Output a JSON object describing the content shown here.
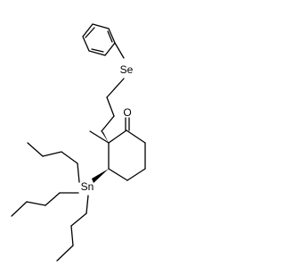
{
  "molecule": {
    "atom_labels": {
      "selenium": "Se",
      "oxygen": "O",
      "tin": "Sn"
    },
    "substituents": {
      "aryl_group": "phenyl",
      "tin_ligands": [
        "n-butyl",
        "n-butyl",
        "n-butyl"
      ],
      "ring": "cyclohexanone",
      "quaternary_methyl": "methyl"
    },
    "stereo_bonds": [
      "wedge",
      "wedge"
    ]
  }
}
